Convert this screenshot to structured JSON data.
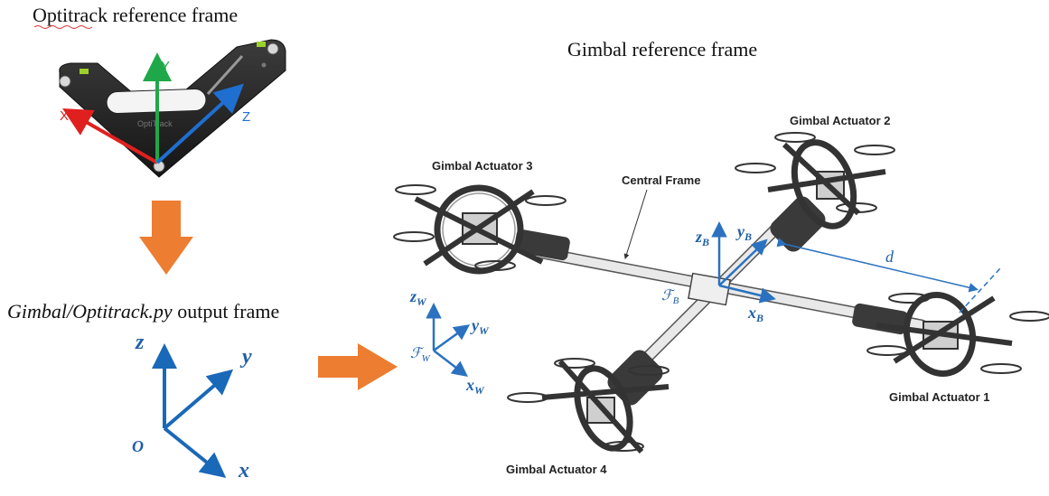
{
  "optitrack": {
    "title": "Optitrack reference frame",
    "axis_x": "X",
    "axis_y": "Y",
    "axis_z": "Z",
    "plate_brand": "OptiTrack",
    "colors": {
      "x": "#e0201f",
      "y": "#1fa84a",
      "z": "#1f6fd1"
    }
  },
  "output_frame": {
    "title_italic": "Gimbal/Optitrack.py",
    "title_rest": " output frame",
    "axis_z": "z",
    "axis_y": "y",
    "axis_x": "x",
    "origin": "O",
    "color": "#1a68b8"
  },
  "gimbal": {
    "title": "Gimbal reference frame",
    "actuator_1": "Gimbal Actuator 1",
    "actuator_2": "Gimbal Actuator 2",
    "actuator_3": "Gimbal Actuator 3",
    "actuator_4": "Gimbal Actuator 4",
    "central_frame": "Central Frame",
    "distance": "d",
    "world": {
      "z": "z",
      "z_sub": "W",
      "y": "y",
      "y_sub": "W",
      "x": "x",
      "x_sub": "W",
      "frame": "ℱ",
      "frame_sub": "W"
    },
    "body": {
      "z": "z",
      "z_sub": "B",
      "y": "y",
      "y_sub": "B",
      "x": "x",
      "x_sub": "B",
      "frame": "ℱ",
      "frame_sub": "B"
    }
  },
  "arrow_color": "#ed7d31"
}
